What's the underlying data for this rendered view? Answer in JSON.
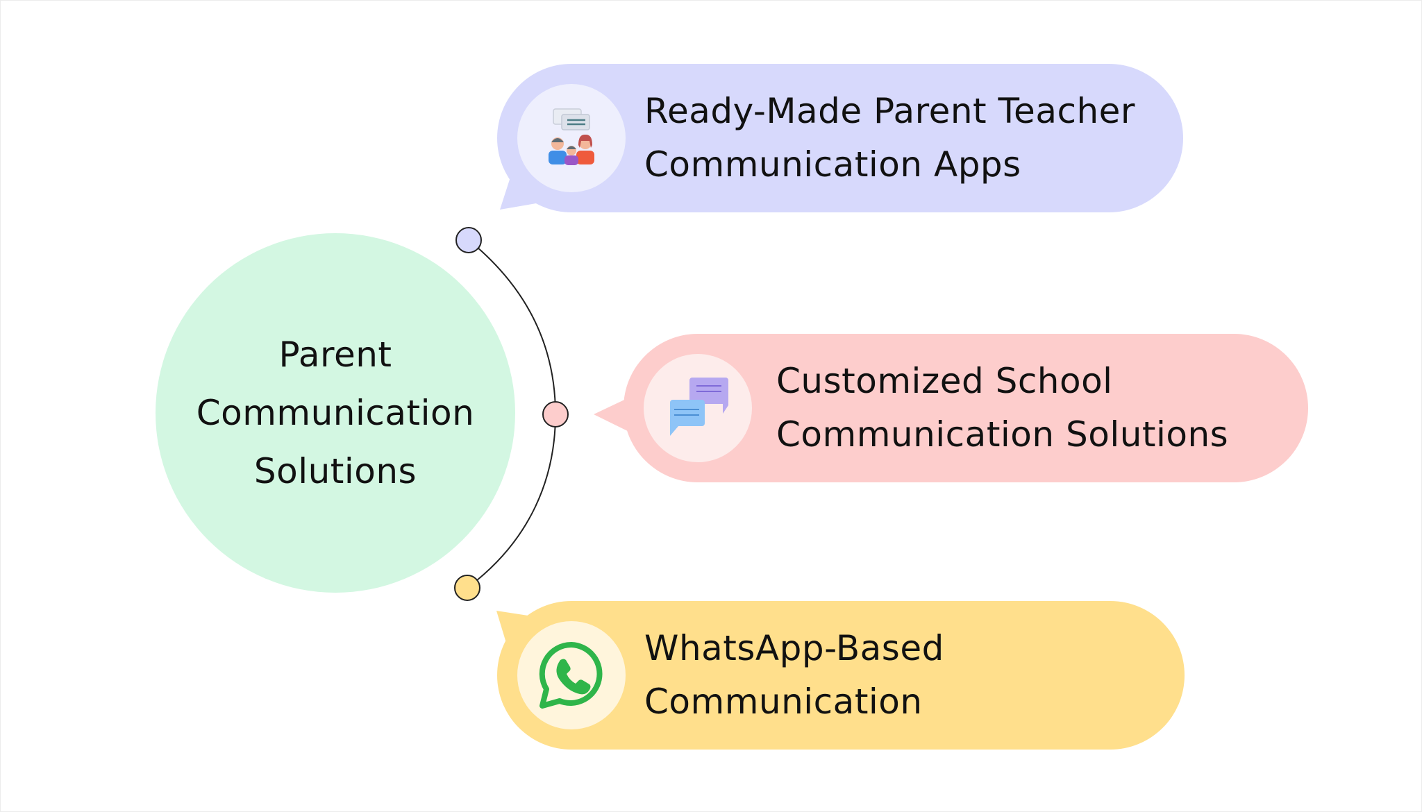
{
  "center": {
    "title_lines": [
      "Parent",
      "Communication",
      "Solutions"
    ]
  },
  "options": [
    {
      "label_lines": [
        "Ready-Made Parent Teacher",
        "Communication Apps"
      ],
      "icon": "family-chat-icon",
      "color": "#d7d9fc",
      "node_color": "#d7d9fc"
    },
    {
      "label_lines": [
        "Customized School",
        "Communication Solutions"
      ],
      "icon": "chat-bubbles-icon",
      "color": "#fdcdcc",
      "node_color": "#fdcdcc"
    },
    {
      "label_lines": [
        "WhatsApp-Based",
        "Communication"
      ],
      "icon": "whatsapp-icon",
      "color": "#ffdf8c",
      "node_color": "#ffdf8c"
    }
  ],
  "colors": {
    "center_fill": "#d3f7e2",
    "connector_line": "#222222",
    "whatsapp_green": "#2fb54a"
  }
}
